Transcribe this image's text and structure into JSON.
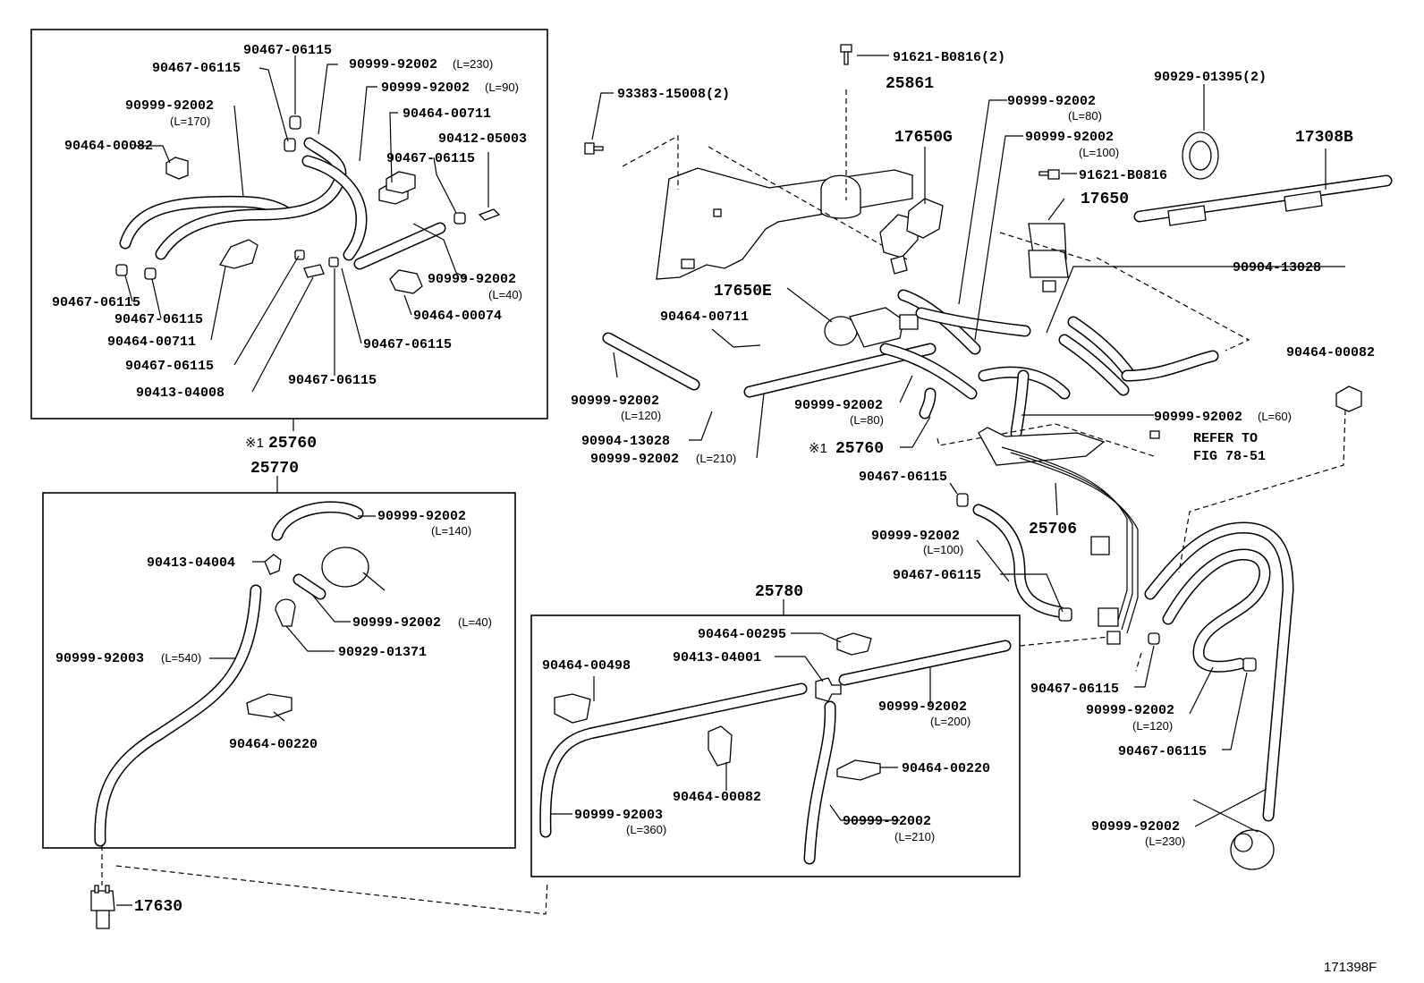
{
  "labels": {
    "p_90467_06115_a": "90467-06115",
    "p_90467_06115_b": "90467-06115",
    "p_90999_92002_l230_a": "90999-92002",
    "p_l230_a": "(L=230)",
    "p_90999_92002_l90": "90999-92002",
    "p_l90": "(L=90)",
    "p_90999_92002_l170": "90999-92002",
    "p_l170": "(L=170)",
    "p_90464_00711_a": "90464-00711",
    "p_90412_05003": "90412-05003",
    "p_90464_00082_a": "90464-00082",
    "p_90467_06115_c": "90467-06115",
    "p_90999_92002_l40_a": "90999-92002",
    "p_l40_a": "(L=40)",
    "p_90467_06115_d": "90467-06115",
    "p_90467_06115_e": "90467-06115",
    "p_90464_00074": "90464-00074",
    "p_90464_00711_b": "90464-00711",
    "p_90467_06115_f": "90467-06115",
    "p_90467_06115_g": "90467-06115",
    "p_90413_04008": "90413-04008",
    "p_90467_06115_h": "90467-06115",
    "mark_25760_a": "※1",
    "p_25760_a": "25760",
    "p_25770": "25770",
    "p_90999_92002_l140": "90999-92002",
    "p_l140": "(L=140)",
    "p_90413_04004": "90413-04004",
    "p_90999_92002_l40_b": "90999-92002",
    "p_l40_b": "(L=40)",
    "p_90929_01371": "90929-01371",
    "p_90999_92003_l540": "90999-92003",
    "p_l540": "(L=540)",
    "p_90464_00220_a": "90464-00220",
    "p_17630": "17630",
    "p_91621_b0816_2": "91621-B0816(2)",
    "p_93383_15008": "93383-15008(2)",
    "p_25861": "25861",
    "p_90999_92002_l80_a": "90999-92002",
    "p_l80_a": "(L=80)",
    "p_90929_01395": "90929-01395(2)",
    "p_17650g": "17650G",
    "p_90999_92002_l100_a": "90999-92002",
    "p_l100_a": "(L=100)",
    "p_17308b": "17308B",
    "p_91621_b0816": "91621-B0816",
    "p_17650": "17650",
    "p_90904_13028_a": "90904-13028",
    "p_17650e": "17650E",
    "p_90464_00711_c": "90464-00711",
    "p_90464_00082_b": "90464-00082",
    "p_90999_92002_l120_a": "90999-92002",
    "p_l120_a": "(L=120)",
    "p_90999_92002_l80_b": "90999-92002",
    "p_l80_b": "(L=80)",
    "p_90999_92002_l60": "90999-92002",
    "p_l60": "(L=60)",
    "p_90904_13028_b": "90904-13028",
    "p_refer_1": "REFER TO",
    "p_refer_2": "FIG 78-51",
    "mark_25760_b": "※1",
    "p_25760_b": "25760",
    "p_90999_92002_l210_a": "90999-92002",
    "p_l210_a": "(L=210)",
    "p_90467_06115_i": "90467-06115",
    "p_25706": "25706",
    "p_90999_92002_l100_b": "90999-92002",
    "p_l100_b": "(L=100)",
    "p_90467_06115_j": "90467-06115",
    "p_25780": "25780",
    "p_90464_00295": "90464-00295",
    "p_90464_00498": "90464-00498",
    "p_90413_04001": "90413-04001",
    "p_90999_92002_l200": "90999-92002",
    "p_l200": "(L=200)",
    "p_90464_00082_c": "90464-00082",
    "p_90464_00220_b": "90464-00220",
    "p_90999_92003_l360": "90999-92003",
    "p_l360": "(L=360)",
    "p_90999_92002_l210_b": "90999-92002",
    "p_l210_b": "(L=210)",
    "p_90467_06115_k": "90467-06115",
    "p_90999_92002_l120_b": "90999-92002",
    "p_l120_b": "(L=120)",
    "p_90467_06115_l": "90467-06115",
    "p_90999_92002_l230_b": "90999-92002",
    "p_l230_b": "(L=230)",
    "fig_id": "171398F"
  }
}
